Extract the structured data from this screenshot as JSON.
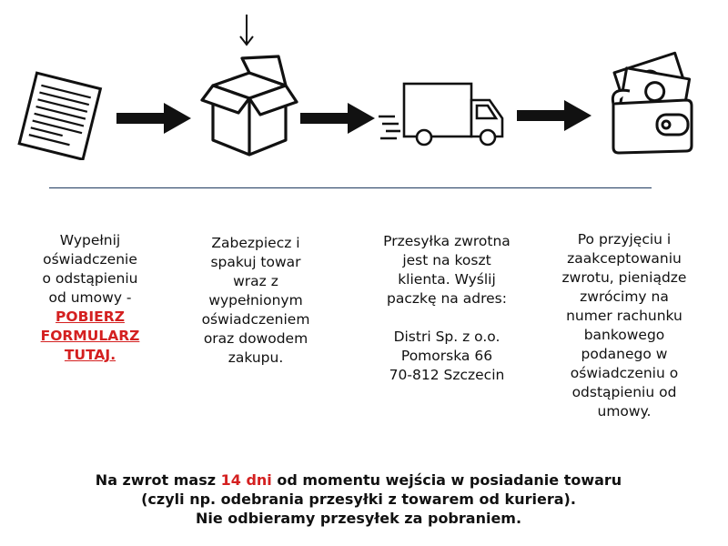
{
  "steps": [
    {
      "lines": [
        "Wypełnij",
        "oświadczenie",
        "o odstąpieniu",
        "od umowy -"
      ],
      "link_lines": [
        "POBIERZ",
        "FORMULARZ",
        "TUTAJ."
      ]
    },
    {
      "lines": [
        "Zabezpiecz i",
        "spakuj towar",
        "wraz z",
        "wypełnionym",
        "oświadczeniem",
        "oraz dowodem",
        "zakupu."
      ]
    },
    {
      "lines": [
        "Przesyłka zwrotna",
        "jest na koszt",
        "klienta. Wyślij",
        "paczkę na adres:"
      ],
      "address_lines": [
        "Distri Sp. z o.o.",
        "Pomorska 66",
        "70-812 Szczecin"
      ]
    },
    {
      "lines": [
        "Po przyjęciu i",
        "zaakceptowaniu",
        "zwrotu, pieniądze",
        "zwrócimy na",
        "numer rachunku",
        "bankowego",
        "podanego w",
        "oświadczeniu o",
        "odstąpieniu od",
        "umowy."
      ]
    }
  ],
  "footer": {
    "line1_before": "Na zwrot masz ",
    "line1_highlight": "14 dni",
    "line1_after": " od momentu wejścia w posiadanie towaru",
    "line2": "(czyli np. odebrania przesyłki z towarem od kuriera).",
    "line3": "Nie odbieramy przesyłek za pobraniem."
  },
  "colors": {
    "highlight": "#d42020",
    "divider": "#1f3a5f"
  },
  "icons": [
    "document-icon",
    "open-box-icon",
    "delivery-truck-icon",
    "wallet-money-icon"
  ]
}
